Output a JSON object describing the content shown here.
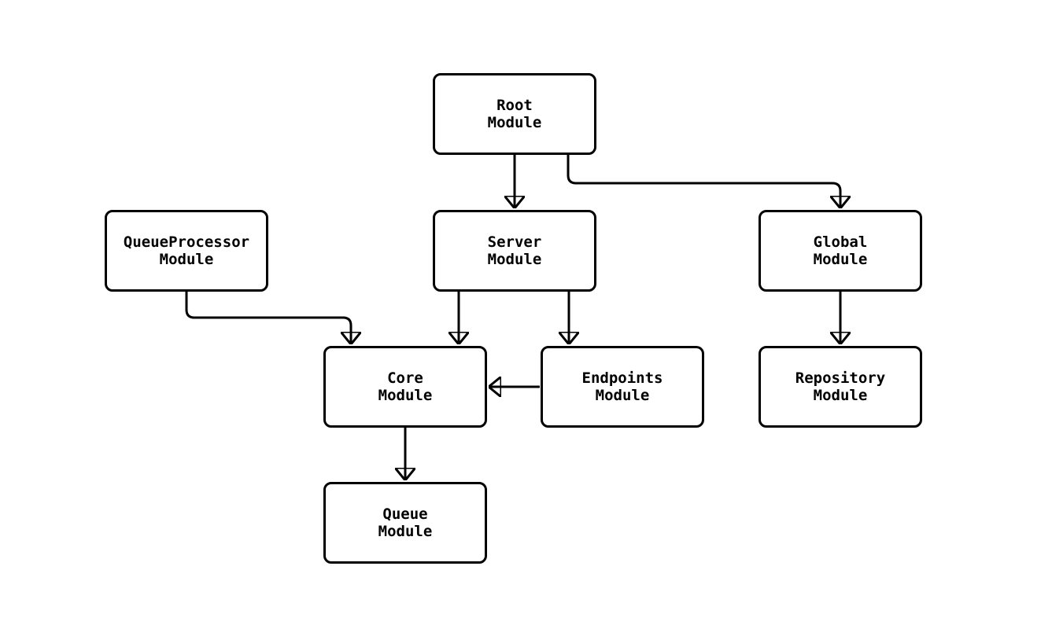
{
  "diagram": {
    "background_color": "#ffffff",
    "line_color": "#000000",
    "text_color": "#000000",
    "node_fill": "#ffffff",
    "nodes": {
      "root": {
        "label": "Root\nModule"
      },
      "queueprocessor": {
        "label": "QueueProcessor\nModule"
      },
      "server": {
        "label": "Server\nModule"
      },
      "global": {
        "label": "Global\nModule"
      },
      "core": {
        "label": "Core\nModule"
      },
      "endpoints": {
        "label": "Endpoints\nModule"
      },
      "repository": {
        "label": "Repository\nModule"
      },
      "queue": {
        "label": "Queue\nModule"
      }
    },
    "edges": [
      {
        "from": "Root Module",
        "to": "Server Module"
      },
      {
        "from": "Root Module",
        "to": "Global Module"
      },
      {
        "from": "QueueProcessor Module",
        "to": "Core Module"
      },
      {
        "from": "Server Module",
        "to": "Core Module"
      },
      {
        "from": "Server Module",
        "to": "Endpoints Module"
      },
      {
        "from": "Endpoints Module",
        "to": "Core Module"
      },
      {
        "from": "Global Module",
        "to": "Repository Module"
      },
      {
        "from": "Core Module",
        "to": "Queue Module"
      }
    ]
  }
}
